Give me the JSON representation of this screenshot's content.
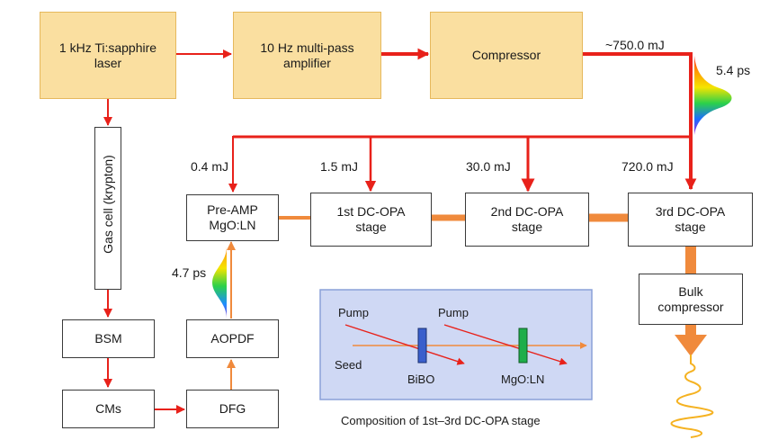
{
  "colors": {
    "red": "#e8211a",
    "orange": "#f08a3c",
    "yellow_box": "#fadfa0",
    "panel_fill": "#cfd8f4",
    "panel_border": "#8aa0d8",
    "bibo": "#3a5fcc",
    "mgoln": "#1fae4a"
  },
  "boxes": {
    "laser": "1 kHz Ti:sapphire\nlaser",
    "amplifier": "10 Hz multi-pass\namplifier",
    "compressor": "Compressor",
    "gas_cell": "Gas cell (krypton)",
    "bsm": "BSM",
    "cms": "CMs",
    "dfg": "DFG",
    "aopdf": "AOPDF",
    "preamp": "Pre-AMP\nMgO:LN",
    "stage1": "1st DC-OPA\nstage",
    "stage2": "2nd DC-OPA\nstage",
    "stage3": "3rd DC-OPA\nstage",
    "bulk": "Bulk\ncompressor"
  },
  "labels": {
    "energy_out": "~750.0 mJ",
    "pulse_5": "5.4 ps",
    "e_preamp": "0.4 mJ",
    "e_stage1": "1.5 mJ",
    "e_stage2": "30.0 mJ",
    "e_stage3": "720.0 mJ",
    "pulse_4": "4.7 ps"
  },
  "inset": {
    "pump1": "Pump",
    "pump2": "Pump",
    "seed": "Seed",
    "crystal1": "BiBO",
    "crystal2": "MgO:LN",
    "caption": "Composition of 1st–3rd DC-OPA stage"
  }
}
